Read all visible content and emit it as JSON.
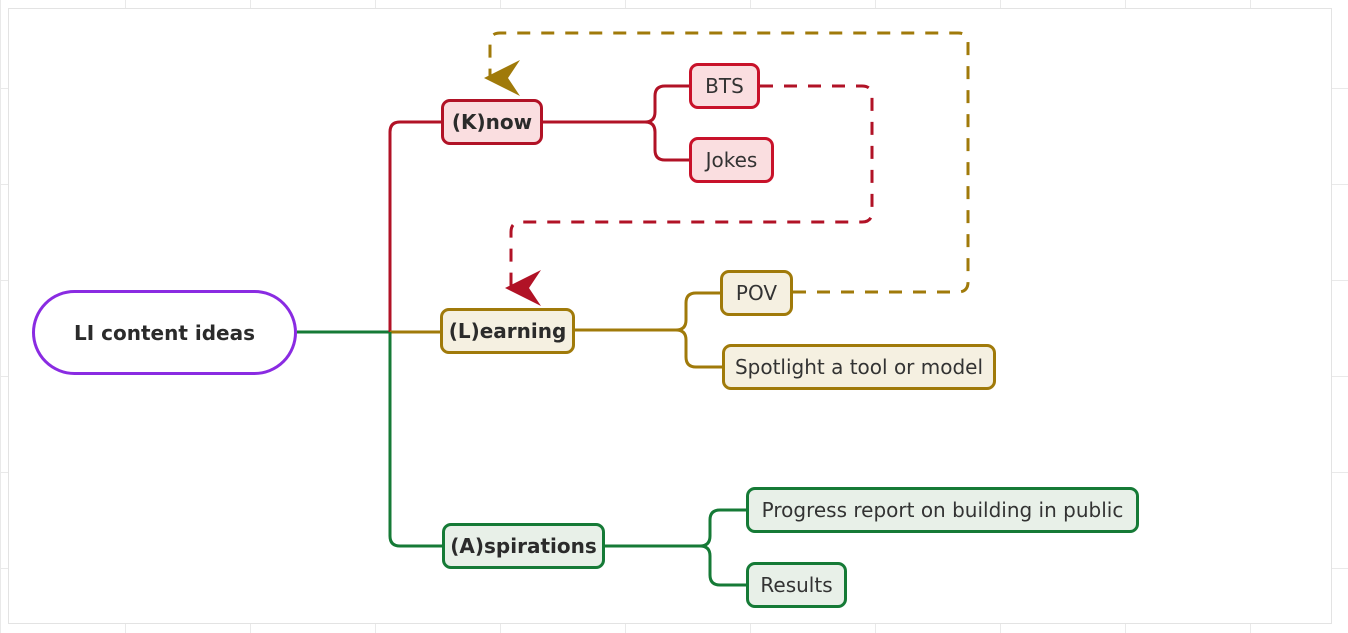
{
  "diagram": {
    "type": "mindmap",
    "title": "LI content ideas",
    "background": "#ffffff",
    "grid": true
  },
  "palette": {
    "root_border": "#8a2be2",
    "root_fill": "#ffffff",
    "know_border": "#b11226",
    "know_fill": "#fadee0",
    "know_child_border": "#c8122a",
    "learning_border": "#a07a0a",
    "learning_fill": "#f5f0e1",
    "aspirations_border": "#157a36",
    "aspirations_fill": "#e8f0e8",
    "text": "#2b2b2b",
    "leaf_text": "#333333"
  },
  "root": {
    "label": "LI content ideas"
  },
  "branches": [
    {
      "id": "know",
      "label": "(K)now",
      "color": "#b11226",
      "children": [
        {
          "id": "bts",
          "label": "BTS"
        },
        {
          "id": "jokes",
          "label": "Jokes"
        }
      ]
    },
    {
      "id": "learning",
      "label": "(L)earning",
      "color": "#a07a0a",
      "children": [
        {
          "id": "pov",
          "label": "POV"
        },
        {
          "id": "spotlight",
          "label": "Spotlight a tool or model"
        }
      ]
    },
    {
      "id": "aspirations",
      "label": "(A)spirations",
      "color": "#157a36",
      "children": [
        {
          "id": "progress",
          "label": "Progress report on building in public"
        },
        {
          "id": "results",
          "label": "Results"
        }
      ]
    }
  ],
  "cross_links": [
    {
      "id": "pov-to-know",
      "from": "pov",
      "to": "know",
      "style": "dashed",
      "color": "#a07a0a",
      "arrow": true
    },
    {
      "id": "bts-to-learning",
      "from": "bts",
      "to": "learning",
      "style": "dashed",
      "color": "#b11226",
      "arrow": true
    }
  ]
}
